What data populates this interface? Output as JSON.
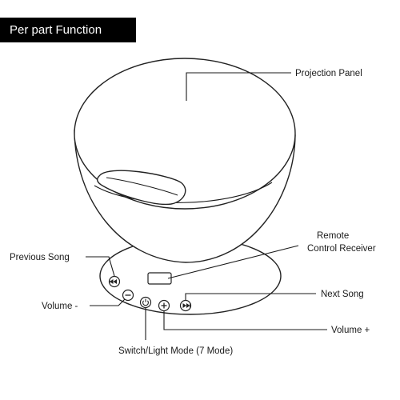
{
  "header": {
    "title": "Per part Function"
  },
  "labels": {
    "projection_panel": "Projection Panel",
    "remote_line1": "Remote",
    "remote_line2": "Control Receiver",
    "previous_song": "Previous Song",
    "next_song": "Next Song",
    "volume_minus": "Volume -",
    "volume_plus": "Volume +",
    "switch_light_mode": "Switch/Light Mode (7 Mode)"
  },
  "icons": {
    "previous": "previous-song-icon",
    "minus": "volume-minus-icon",
    "power": "power-icon",
    "plus": "volume-plus-icon",
    "next": "next-song-icon"
  },
  "colors": {
    "banner_bg": "#000000",
    "banner_text": "#ffffff",
    "line": "#1a1a1a"
  }
}
